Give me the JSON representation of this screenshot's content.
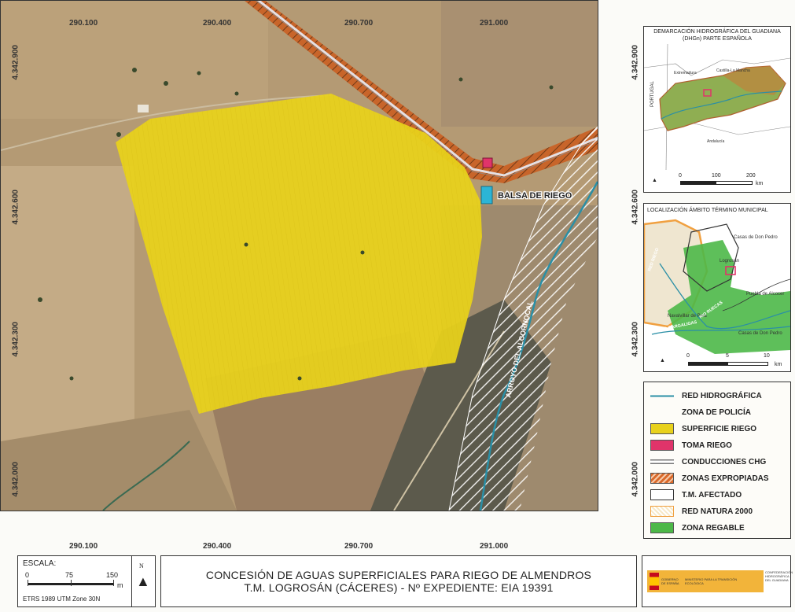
{
  "main_map": {
    "top_coords": [
      "290.100",
      "290.400",
      "290.700",
      "291.000"
    ],
    "bottom_coords": [
      "290.100",
      "290.400",
      "290.700",
      "291.000"
    ],
    "left_coords": [
      "4.342.900",
      "4.342.600",
      "4.342.300",
      "4.342.000"
    ],
    "right_coords": [
      "4.342.900",
      "4.342.600",
      "4.342.300",
      "4.342.000"
    ],
    "label_balsa": "BALSA DE RIEGO",
    "label_arroyo": "ARROYO DEL ALCORNOCAL"
  },
  "inset_guadiana": {
    "title": "DEMARCACIÓN HIDROGRÁFICA DEL GUADIANA (DHGn) PARTE ESPAÑOLA",
    "label_portugal": "PORTUGAL",
    "label_extremadura": "Extremadura",
    "label_castilla": "Castilla-La Mancha",
    "label_andalucia": "Andalucía",
    "scale_labels": [
      "0",
      "100",
      "200"
    ],
    "scale_unit": "km",
    "north": "N"
  },
  "inset_municipal": {
    "title": "LOCALIZACIÓN ÁMBITO TÉRMINO MUNICIPAL",
    "label_red_rio": "RED RIEGO",
    "label_casas_don_pedro_top": "Casas de Don Pedro",
    "label_logrosan": "Logrosán",
    "label_alcocer": "Puebla de Alcocer",
    "label_navalvillar": "Navalvillar de Pela",
    "label_gargaligas": "RIO GARGALIGAS",
    "label_ruecas": "RIO RUECAS",
    "label_casas_don_pedro_bottom": "Casas de Don Pedro",
    "scale_labels": [
      "0",
      "5",
      "10"
    ],
    "scale_unit": "km",
    "north": "N"
  },
  "legend": {
    "items": [
      {
        "label": "RED HIDROGRÁFICA",
        "kind": "line",
        "color": "#2a8fa6"
      },
      {
        "label": "ZONA DE POLICÍA",
        "kind": "hatch-white",
        "color": "#ffffff"
      },
      {
        "label": "SUPERFICIE RIEGO",
        "kind": "fill",
        "color": "#e8d11c"
      },
      {
        "label": "TOMA RIEGO",
        "kind": "fill",
        "color": "#e0346a"
      },
      {
        "label": "CONDUCCIONES CHG",
        "kind": "double-line",
        "color": "#777777"
      },
      {
        "label": "ZONAS EXPROPIADAS",
        "kind": "hatch-orange",
        "color": "#d9692a"
      },
      {
        "label": "T.M. AFECTADO",
        "kind": "outline",
        "color": "#333333"
      },
      {
        "label": "RED NATURA 2000",
        "kind": "hatch-natura",
        "color": "#f0a040"
      },
      {
        "label": "ZONA REGABLE",
        "kind": "fill",
        "color": "#4db848"
      }
    ]
  },
  "scale_box": {
    "title": "ESCALA:",
    "ticks": [
      "0",
      "75",
      "150"
    ],
    "unit": "m",
    "crs": "ETRS 1989 UTM Zone 30N",
    "north": "N"
  },
  "title_box": {
    "line1": "CONCESIÓN DE AGUAS SUPERFICIALES PARA RIEGO DE ALMENDROS",
    "line2": "T.M. LOGROSÁN (CÁCERES)  -  Nº EXPEDIENTE: EIA 19391"
  },
  "logo_box": {
    "text_gov": "GOBIERNO DE ESPAÑA",
    "text_ministry": "MINISTERIO PARA LA TRANSICIÓN ECOLÓGICA",
    "text_confed": "CONFEDERACIÓN HIDROGRÁFICA DEL GUADIANA"
  },
  "colors": {
    "irrigation": "#e8d11c",
    "toma": "#e0346a",
    "balsa": "#2bb5d6",
    "expropiadas": "#d9692a",
    "river": "#2a8fa6",
    "regable": "#4db848"
  }
}
